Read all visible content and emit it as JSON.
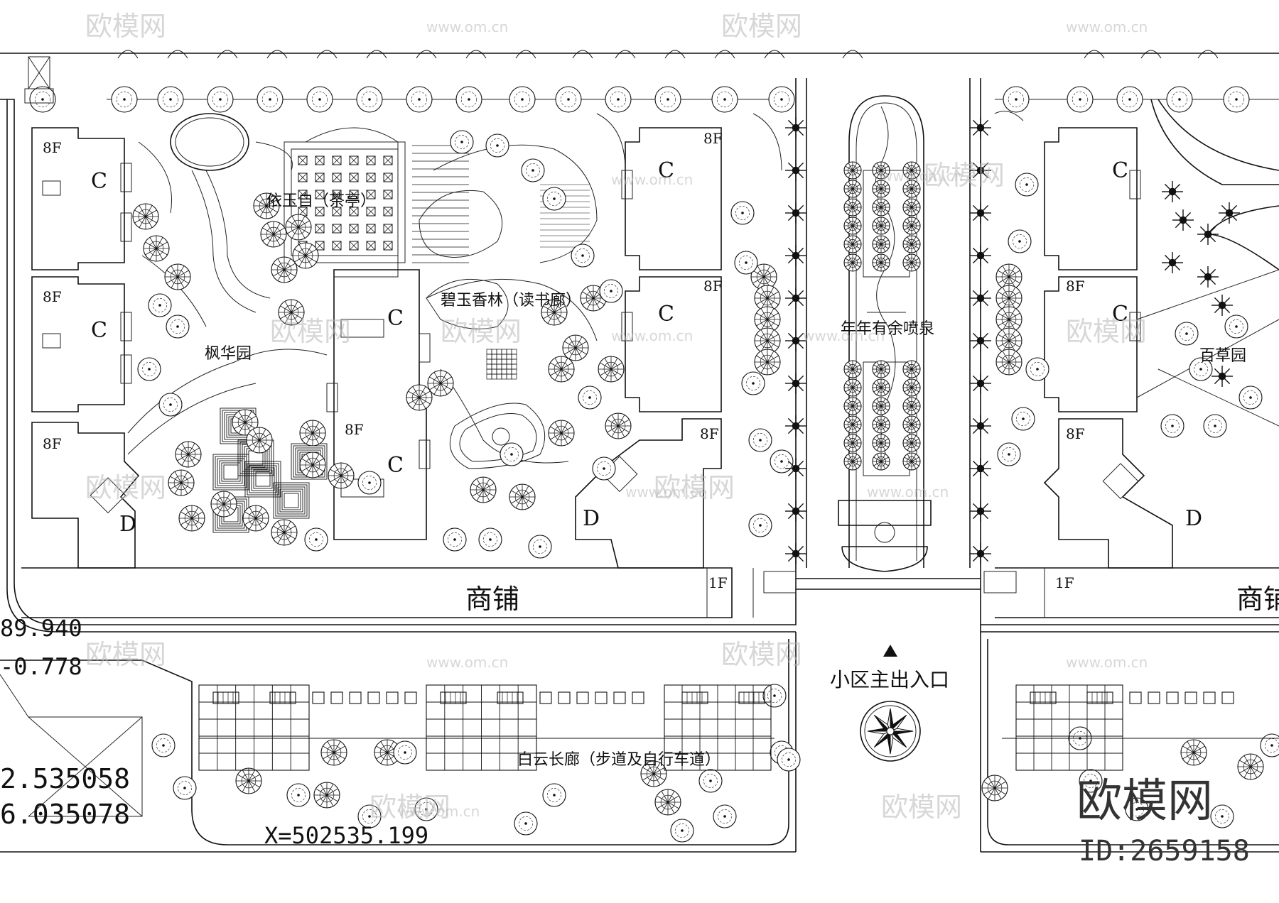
{
  "labels": {
    "yiyuting": "依玉自（茶亭）",
    "biyu": "碧玉香林（读书廊）",
    "fenghua": "枫华园",
    "fountain": "年年有余喷泉",
    "baicao": "百草园",
    "shop1": "商铺",
    "shop2": "商铺",
    "entrance": "小区主出入口",
    "baiyun": "白云长廊（步道及自行车道）"
  },
  "floors": {
    "f8_1": "8F",
    "f8_2": "8F",
    "f8_3": "8F",
    "f8_4": "8F",
    "f8_5": "8F",
    "f8_6": "8F",
    "f8_7": "8F",
    "f8_8": "8F",
    "f8_9": "8F",
    "f1_1": "1F",
    "f1_2": "1F"
  },
  "blocks": {
    "c1": "C",
    "c2": "C",
    "c3": "C",
    "c4": "C",
    "c5": "C",
    "c6": "C",
    "c7": "C",
    "c8": "C",
    "d1": "D",
    "d2": "D",
    "d3": "D"
  },
  "coords": {
    "a": "89.940",
    "b": "-0.778",
    "c": "2.535058",
    "d": "6.035078",
    "x": "X=502535.199"
  },
  "watermark": {
    "site": "www.om.cn",
    "brand": "欧模网",
    "id": "ID:2659158"
  }
}
